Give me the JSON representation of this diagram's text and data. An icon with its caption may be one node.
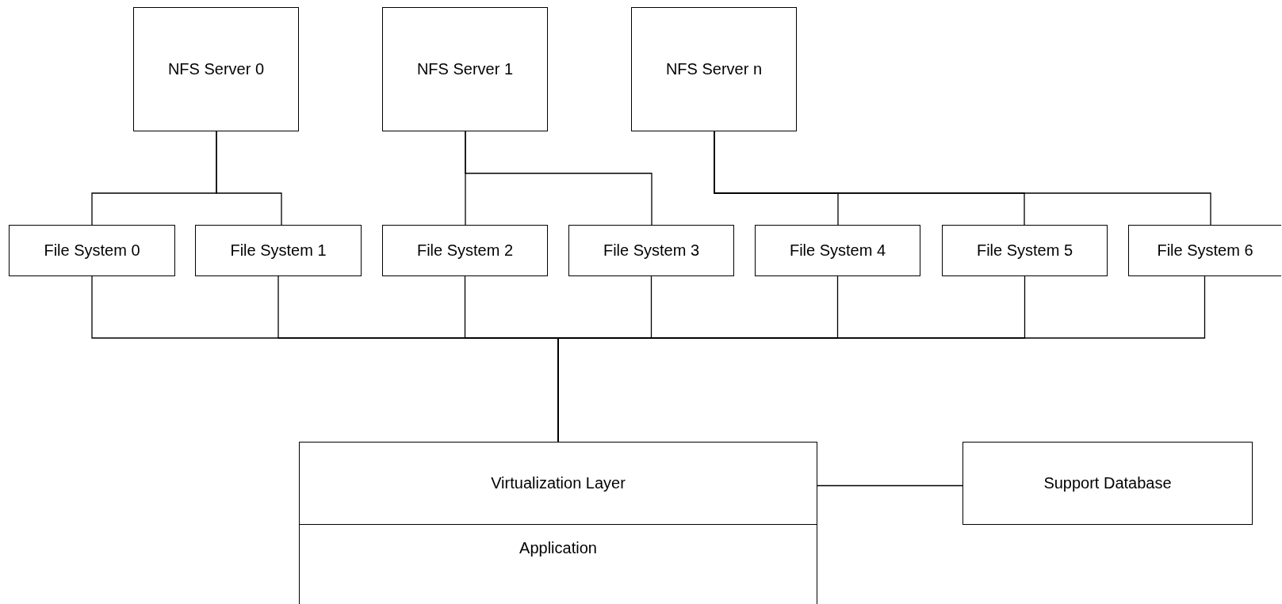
{
  "diagram": {
    "nodes": [
      {
        "text": [
          "NFS Server 0"
        ]
      },
      {
        "text": [
          "NFS Server 1"
        ]
      },
      {
        "text": [
          "NFS Server n"
        ]
      },
      {
        "text": [
          "File System 0"
        ]
      },
      {
        "text": [
          "File System 1"
        ]
      },
      {
        "text": [
          "File System 2"
        ]
      },
      {
        "text": [
          "File System 3"
        ]
      },
      {
        "text": [
          "File System 4"
        ]
      },
      {
        "text": [
          "File System 5"
        ]
      },
      {
        "text": [
          "File System 6"
        ]
      },
      {
        "text": [
          "Virtualization Layer"
        ]
      },
      {
        "text": [
          "Application"
        ]
      },
      {
        "text": [
          "Support Database"
        ]
      }
    ],
    "edges": [
      {
        "from": 0,
        "to": 3,
        "arrow": "none"
      },
      {
        "from": 0,
        "to": 4,
        "arrow": "none"
      },
      {
        "from": 1,
        "to": 5,
        "arrow": "none"
      },
      {
        "from": 1,
        "to": 6,
        "arrow": "none"
      },
      {
        "from": 2,
        "to": 7,
        "arrow": "none"
      },
      {
        "from": 2,
        "to": 8,
        "arrow": "none"
      },
      {
        "from": 2,
        "to": 9,
        "arrow": "none"
      },
      {
        "from": 3,
        "to": 10,
        "arrow": "none"
      },
      {
        "from": 4,
        "to": 10,
        "arrow": "none"
      },
      {
        "from": 5,
        "to": 10,
        "arrow": "none"
      },
      {
        "from": 6,
        "to": 10,
        "arrow": "none"
      },
      {
        "from": 7,
        "to": 10,
        "arrow": "none"
      },
      {
        "from": 8,
        "to": 10,
        "arrow": "none"
      },
      {
        "from": 9,
        "to": 10,
        "arrow": "none"
      },
      {
        "from": 10,
        "to": 12,
        "arrow": "none"
      }
    ]
  }
}
